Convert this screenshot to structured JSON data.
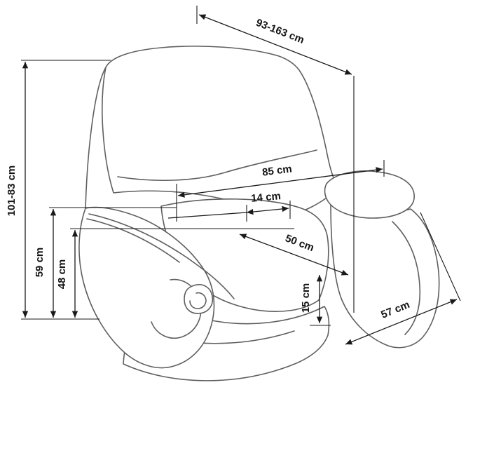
{
  "diagram": {
    "background_color": "#ffffff",
    "outline_color": "#5f5f5f",
    "dimension_color": "#1a1a1a",
    "labels": {
      "depth_recline_range": "93-163 cm",
      "height_recline_range": "101-83 cm",
      "overall_width": "85 cm",
      "armrest_top_width": "14 cm",
      "seat_depth": "50 cm",
      "seat_front_clearance": "15 cm",
      "armrest_height": "59 cm",
      "seat_height": "48 cm",
      "base_depth": "57 cm"
    }
  }
}
